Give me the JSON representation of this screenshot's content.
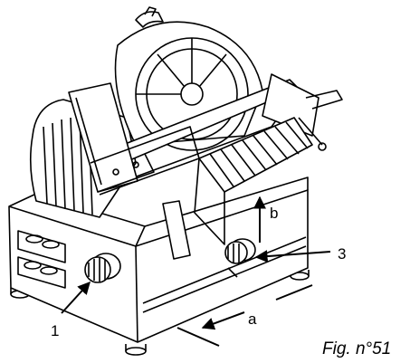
{
  "figure": {
    "caption": "Fig. n°51",
    "callouts": {
      "one": "1",
      "three": "3",
      "a": "a",
      "b": "b"
    }
  }
}
